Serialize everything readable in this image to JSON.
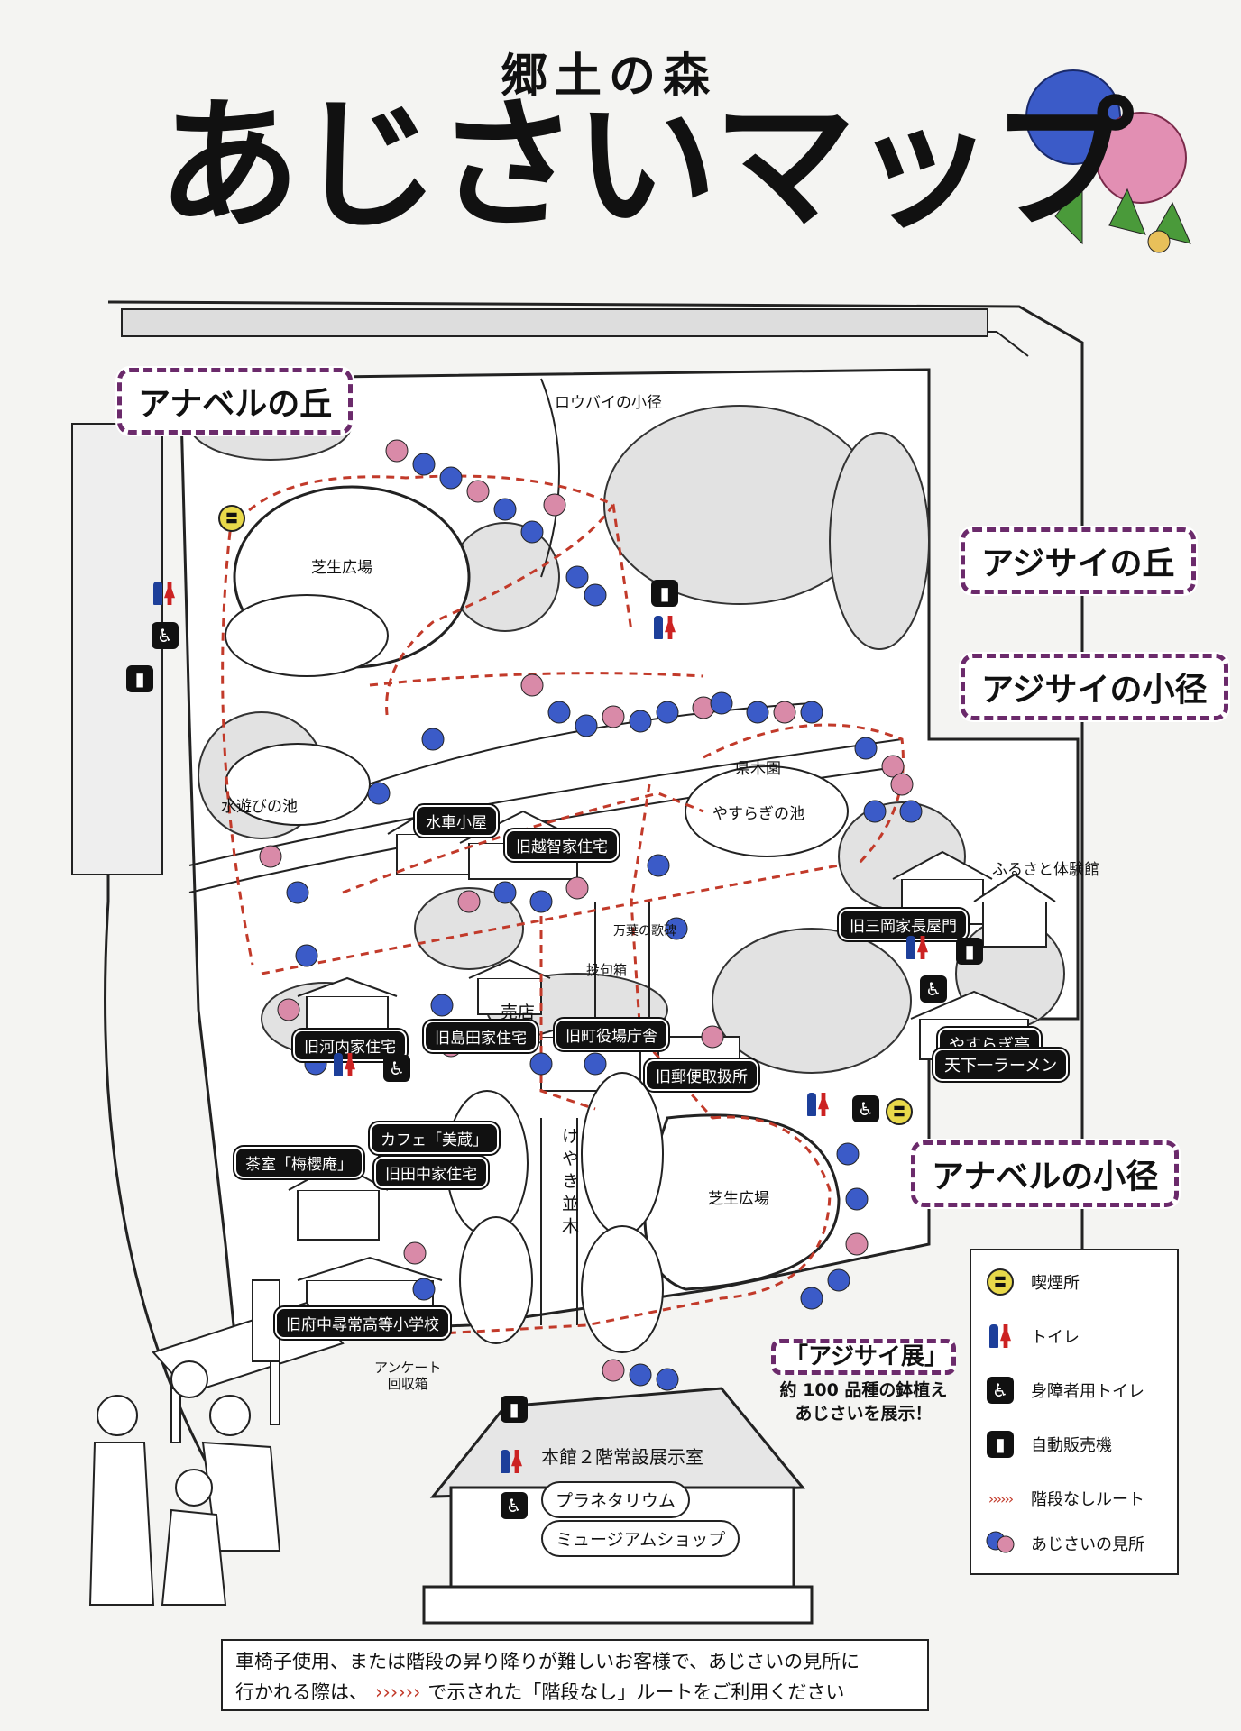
{
  "title": {
    "small": "郷土の森",
    "big": "あじさいマップ"
  },
  "callouts": {
    "annabel_hill": "アナベルの丘",
    "ajisai_hill": "アジサイの丘",
    "ajisai_path": "アジサイの小径",
    "annabel_path": "アナベルの小径"
  },
  "labels": {
    "roubai": "ロウバイの小径",
    "lawn1": "芝生広場",
    "lawn2": "芝生広場",
    "water_pond": "水遊びの池",
    "kenmokuen": "県木園",
    "yasuragi_pond": "やすらぎの池",
    "furusato": "ふるさと体験館",
    "manyo": "万葉の歌碑",
    "tokuban": "投句箱",
    "baiten": "売店",
    "keyaki": "けやき並木",
    "survey": "アンケート\n回収箱"
  },
  "tags": {
    "suisha": "水車小屋",
    "ochi": "旧越智家住宅",
    "mitaka": "旧三岡家長屋門",
    "kawachi": "旧河内家住宅",
    "shimada": "旧島田家住宅",
    "machiyakuba": "旧町役場庁舎",
    "yubin": "旧郵便取扱所",
    "yasuragi": "やすらぎ亭",
    "ramen": "天下一ラーメン",
    "cafe": "カフェ「美蔵」",
    "chashitsu": "茶室「梅櫻庵」",
    "tanaka": "旧田中家住宅",
    "school": "旧府中尋常高等小学校"
  },
  "main_building": {
    "title": "本館２階常設展示室",
    "planetarium": "プラネタリウム",
    "shop": "ミュージアムショップ"
  },
  "exhibition": {
    "title": "「アジサイ展」",
    "line1": "約 100 品種の鉢植え",
    "line2": "あじさいを展示！"
  },
  "legend": {
    "smoking": "喫煙所",
    "toilet": "トイレ",
    "accessible_toilet": "身障者用トイレ",
    "vending": "自動販売機",
    "route": "階段なしルート",
    "hydrangea": "あじさいの見所"
  },
  "notice": {
    "line1": "車椅子使用、または階段の昇り降りが難しいお客様で、あじさいの見所に",
    "line2_a": "行かれる際は、",
    "line2_b": "で示された「階段なし」ルートをご利用ください"
  },
  "icons": [
    "smoking-icon",
    "toilet-icon",
    "accessible-toilet-icon",
    "vending-machine-icon",
    "hydrangea-icon",
    "route-arrow-icon"
  ],
  "colors": {
    "callout_border": "#6b2a6b",
    "route": "#c23a2a",
    "hydrangea_blue": "#3b5bc8",
    "hydrangea_pink": "#d98aa8"
  }
}
